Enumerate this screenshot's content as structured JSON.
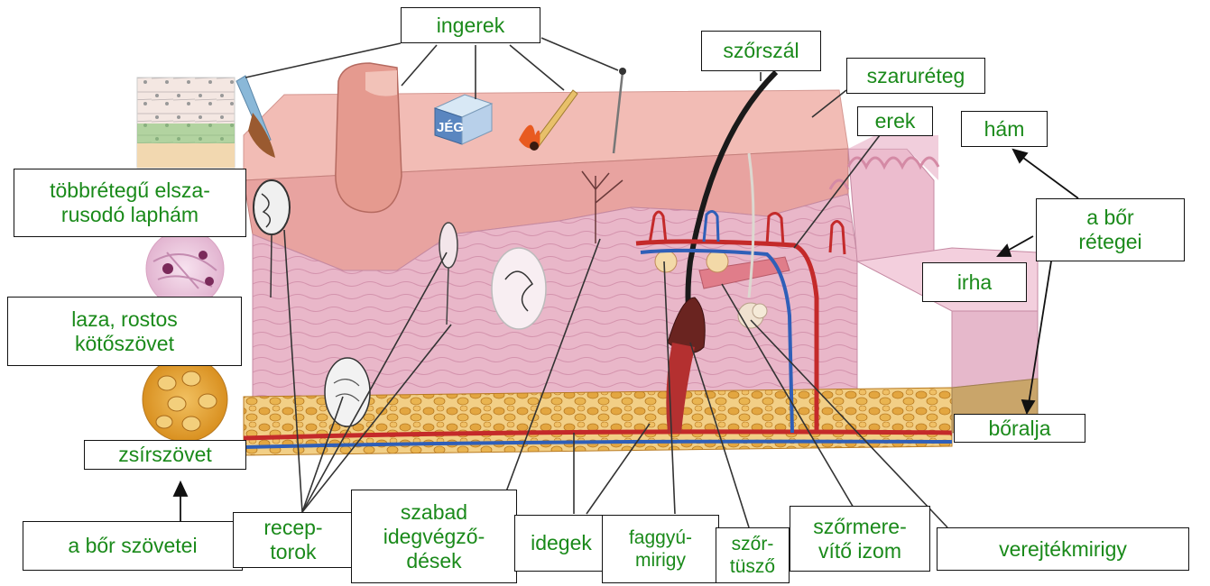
{
  "stimuli": {
    "ice_text": "JÉG"
  },
  "labels": {
    "ingerek": "ingerek",
    "szorszal": "szőrszál",
    "szaruretag": "szaruréteg",
    "erek": "erek",
    "ham": "hám",
    "tobbretegu": "többrétegű elsza-\nrusodó laphám",
    "bor_retegei": "a bőr\nrétegei",
    "irha": "irha",
    "laza_rostos": "laza, rostos\nkötőszövet",
    "boralja": "bőralja",
    "zsirszovet": "zsírszövet",
    "bor_szovetei": "a bőr szövetei",
    "receptorok": "recep-\ntorok",
    "szabad_idegvegzo": "szabad\nidegvégző-\ndések",
    "idegek": "idegek",
    "faggyumirigy": "faggyú-\nmirigy",
    "szortuszo": "szőr-\ntüsző",
    "szormerevito": "szőrmere-\nvítő izom",
    "verejtekmirigy": "verejtékmirigy"
  },
  "colors": {
    "label_text": "#1a8a1a",
    "label_border": "#111111",
    "epidermis": "#e8a3a0",
    "dermis": "#e7b3c6",
    "fat": "#e9b857",
    "artery": "#c42a2a",
    "vein": "#2f5fb8",
    "hair": "#1a1a1a"
  }
}
